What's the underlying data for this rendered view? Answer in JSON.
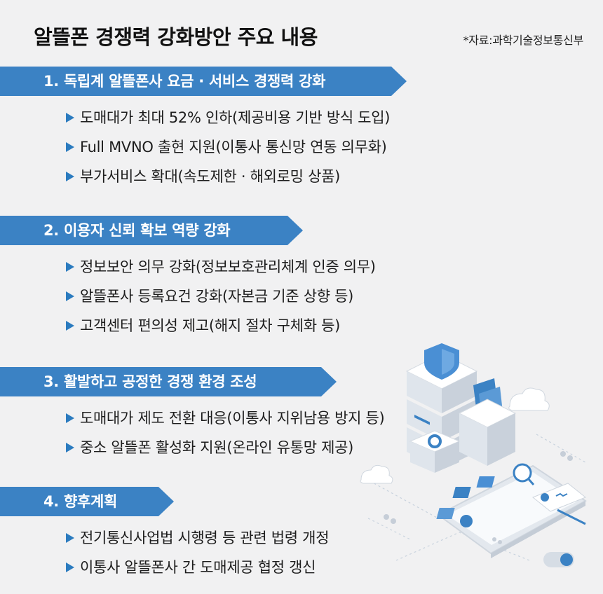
{
  "title": "알뜰폰 경쟁력 강화방안 주요 내용",
  "source": "*자료:과학기술정보통신부",
  "sections": [
    {
      "heading": "1. 독립계 알뜰폰사 요금 · 서비스 경쟁력 강화",
      "items": [
        "도매대가 최대 52% 인하(제공비용 기반 방식 도입)",
        "Full MVNO 출현 지원(이통사 통신망 연동 의무화)",
        "부가서비스 확대(속도제한 · 해외로밍 상품)"
      ]
    },
    {
      "heading": "2. 이용자 신뢰 확보 역량 강화",
      "items": [
        "정보보안 의무 강화(정보보호관리체계 인증 의무)",
        "알뜰폰사 등록요건 강화(자본금 기준 상향 등)",
        "고객센터 편의성 제고(해지 절차 구체화 등)"
      ]
    },
    {
      "heading": "3. 활발하고 공정한 경쟁 환경 조성",
      "items": [
        "도매대가 제도 전환 대응(이통사 지위남용 방지 등)",
        "중소 알뜰폰 활성화 지원(온라인 유통망 제공)"
      ]
    },
    {
      "heading": "4. 향후계획",
      "items": [
        "전기통신사업법 시행령 등 관련 법령 개정",
        "이통사 알뜰폰사 간 도매제공 협정 갱신"
      ]
    }
  ],
  "colors": {
    "banner": "#3b82c4",
    "bullet": "#2b7bbf",
    "background": "#f1f1f2"
  },
  "illustration_icons": [
    "shield-icon",
    "server-icon",
    "folder-icon",
    "cloud-icon",
    "gear-icon",
    "smartphone-icon",
    "search-icon",
    "user-icon",
    "toggle-icon"
  ]
}
